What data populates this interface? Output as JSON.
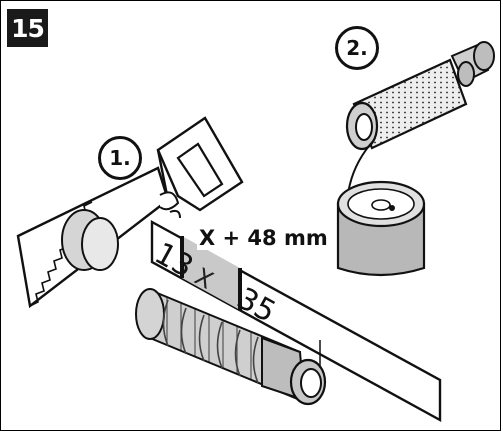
{
  "step_number": "15",
  "callouts": {
    "first": "1.",
    "second": "2."
  },
  "measurement": "X + 48 mm",
  "ruler": {
    "left_mark": "13",
    "middle_mark": "X",
    "right_mark": "35"
  },
  "icons": {
    "saw": "hand-saw-icon",
    "hose": "hose-segment-icon",
    "tube": "tube-socket-icon"
  },
  "colors": {
    "ink": "#111111",
    "highlight": "#c9c9c9",
    "shade": "#b3b3b3",
    "light_shade": "#d6d6d6"
  }
}
